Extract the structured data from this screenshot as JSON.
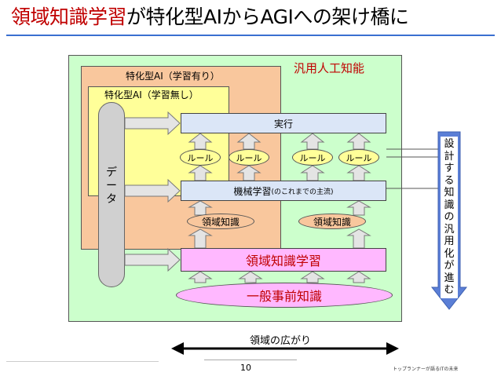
{
  "title": {
    "part1": "領域知識学習",
    "part2": "が特化型AIからAGIへの架け橋に"
  },
  "colors": {
    "accent_red": "#c00000",
    "agi_green": "#ccffcc",
    "learning_orange": "#f9c79d",
    "nolearn_yellow": "#ffff99",
    "knowledge_pink": "#ffb8ff",
    "exec_blue": "#dbe6f7",
    "side_arrow_blue": "#5b7fd6"
  },
  "diagram": {
    "agi_label": "汎用人工知能",
    "specialized_learning_label": "特化型AI（学習有り）",
    "specialized_nolearning_label": "特化型AI（学習無し）",
    "data_label": [
      "デ",
      "ー",
      "タ"
    ],
    "execution_label": "実行",
    "rule_labels": [
      "ルール",
      "ルール",
      "ルール",
      "ルール"
    ],
    "machine_learning": {
      "main": "機械学習",
      "note": "(のこれまでの主流)"
    },
    "domain_knowledge_labels": [
      "領域知識",
      "領域知識"
    ],
    "domain_knowledge_learning": "領域知識学習",
    "common_knowledge": "一般事前知識",
    "side_arrow_label": [
      "設",
      "計",
      "す",
      "る",
      "知",
      "識",
      "の",
      "汎",
      "用",
      "化",
      "が",
      "進",
      "む"
    ],
    "spread_label": "領域の広がり"
  },
  "footer": {
    "page_number": "10",
    "note": "トップランナーが語るITの未来"
  }
}
